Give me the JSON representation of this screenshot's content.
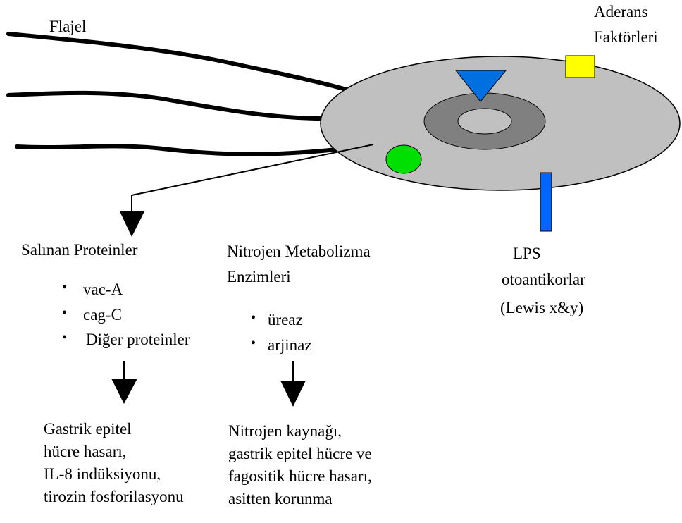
{
  "labels": {
    "flagella": "Flajel",
    "adhesion_factors": [
      "Aderans",
      "Faktörleri"
    ],
    "lps": [
      "LPS",
      "otoantikorlar",
      "(Lewis x&y)"
    ]
  },
  "released_proteins": {
    "title": "Salınan Proteinler",
    "items": [
      "vac-A",
      "cag-C",
      "Diğer proteinler"
    ],
    "outcome": [
      "Gastrik epitel",
      "hücre hasarı,",
      "IL-8 indüksiyonu,",
      "tirozin fosforilasyonu"
    ]
  },
  "nitrogen_enzymes": {
    "title": [
      "Nitrojen Metabolizma",
      "Enzimleri"
    ],
    "items": [
      "üreaz",
      "arjinaz"
    ],
    "outcome": [
      "Nitrojen kaynağı,",
      "gastrik epitel hücre ve",
      "fagositik hücre hasarı,",
      "asitten korunma"
    ]
  },
  "colors": {
    "cell_body": "#c0c0c0",
    "ring_outer": "#808080",
    "adhesion_square": "#ffff00",
    "triangle": "#0070e0",
    "circle": "#00e000",
    "lps_bar": "#0066ff"
  }
}
